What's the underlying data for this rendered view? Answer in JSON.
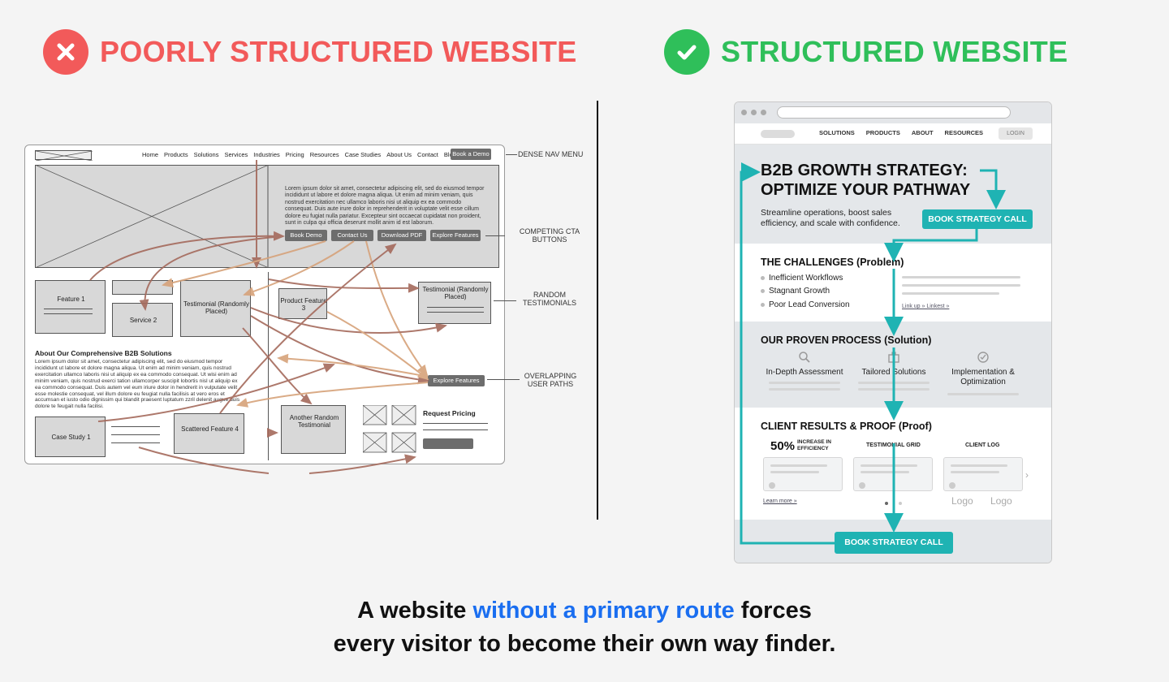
{
  "left": {
    "title": "POORLY STRUCTURED WEBSITE",
    "title_color": "#f25a5a",
    "icon": "x-circle-icon",
    "nav": [
      "Home",
      "Products",
      "Solutions",
      "Services",
      "Industries",
      "Pricing",
      "Resources",
      "Case Studies",
      "About Us",
      "Contact",
      "Blog"
    ],
    "nav_cta": "Book a Demo",
    "hero_text": "Lorem ipsum dolor sit amet, consectetur adipiscing elit, sed do eiusmod tempor incididunt ut labore et dolore magna aliqua. Ut enim ad minim veniam, quis nostrud exercitation nec ullamco laboris nisi ut aliquip ex ea commodo consequat. Duis aute irure dolor in reprehenderit in voluptate velit esse cillum dolore eu fugiat nulla pariatur. Excepteur sint occaecat cupidatat non proident, sunt in culpa qui officia deserunt mollit anim id est laborum.",
    "buttons": [
      "Book Demo",
      "Contact Us",
      "Download PDF",
      "Explore Features"
    ],
    "feature1": "Feature 1",
    "service2": "Service 2",
    "testimonial_a": "Testimonial (Randomly Placed)",
    "product3": "Product Feature 3",
    "testimonial_b": "Testimonial (Randomly Placed)",
    "about_title": "About Our Comprehensive B2B Solutions",
    "about_text": "Lorem ipsum dolor sit amet, consectetur adipiscing elit, sed do eiusmod tempor incididunt ut labore et dolore magna aliqua. Ut enim ad minim veniam, quis nostrud exercitation ullamco laboris nisi ut aliquip ex ea commodo consequat. Ut wisi enim ad minim veniam, quis nostrud exerci tation ullamcorper suscipit lobortis nisl ut aliquip ex ea commodo consequat. Duis autem vel eum iriure dolor in hendrerit in vulputate velit esse molestie consequat, vel illum dolore eu feugiat nulla facilisis at vero eros et accumsan et iusto odio dignissim qui blandit praesent luptatum zzril delenit augue duis dolore te feugait nulla facilisi.",
    "explore_btn": "Explore Features",
    "case_study": "Case Study 1",
    "scattered": "Scattered Feature 4",
    "another_testimonial": "Another Random Testimonial",
    "request_pricing": "Request Pricing",
    "annotations": {
      "nav": "DENSE NAV MENU",
      "cta": "COMPETING CTA BUTTONS",
      "testimonials": "RANDOM TESTIMONIALS",
      "paths": "OVERLAPPING USER PATHS"
    }
  },
  "right": {
    "title": "STRUCTURED WEBSITE",
    "title_color": "#2fbf5a",
    "icon": "check-circle-icon",
    "nav": [
      "SOLUTIONS",
      "PRODUCTS",
      "ABOUT",
      "RESOURCES"
    ],
    "login": "LOGIN",
    "hero_title_1": "B2B GROWTH STRATEGY:",
    "hero_title_2": "OPTIMIZE YOUR PATHWAY",
    "hero_sub_1": "Streamline operations, boost sales",
    "hero_sub_2": "efficiency, and scale with confidence.",
    "cta": "BOOK STRATEGY CALL",
    "challenges_title": "THE CHALLENGES (Problem)",
    "challenges": [
      "Inefficient Workflows",
      "Stagnant Growth",
      "Poor Lead Conversion"
    ],
    "links": "Link up » Linkest »",
    "process_title": "OUR PROVEN PROCESS (Solution)",
    "process": [
      "In-Depth Assessment",
      "Tailored Solutions",
      "Implementation & Optimization"
    ],
    "proof_title": "CLIENT RESULTS & PROOF (Proof)",
    "stat_value": "50%",
    "stat_label": "INCREASE IN EFFICIENCY",
    "grid_label": "TESTIMONIAL GRID",
    "client_label": "CLIENT LOG",
    "logos": [
      "Logo",
      "Logo"
    ],
    "learn_more": "Learn more »",
    "accent": "#1fb3b3"
  },
  "caption": {
    "part1": "A website ",
    "highlight": "without a primary route",
    "part2": " forces",
    "line2": "every visitor to become their own way finder.",
    "highlight_color": "#1a6ef0"
  }
}
